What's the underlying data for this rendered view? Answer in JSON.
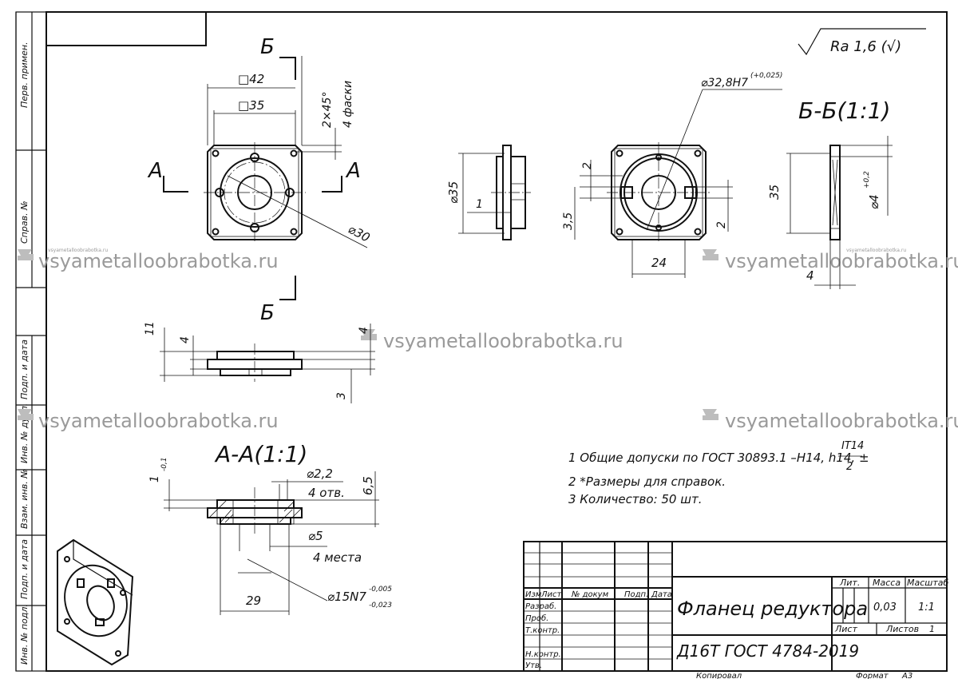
{
  "sheet": {
    "roughness": "Ra 1,6 (√)",
    "side_stamps": [
      "Перв. примен.",
      "Справ. №",
      "Подп. и дата",
      "Инв. № дубл.",
      "Взам. инв. №",
      "Подп. и дата",
      "Инв. № подл."
    ]
  },
  "views": {
    "top": {
      "section_mark_b": "Б",
      "section_mark_a": "А",
      "dim_square_outer": "□42",
      "dim_square_inner": "□35",
      "dim_chamfer": "2×45°",
      "dim_chamfer_note": "4 фаски",
      "dim_circle": "⌀30"
    },
    "side_small": {
      "dim_diameter": "⌀35",
      "dim_step": "1"
    },
    "front": {
      "dim_bore": "⌀32,8H7",
      "dim_bore_tol": "(+0,025)",
      "dim_2a": "2",
      "dim_2b": "2",
      "dim_35": "3,5",
      "dim_24": "24"
    },
    "section_bb": {
      "title": "Б-Б(1:1)",
      "dim_35": "35",
      "dim_hole": "⌀4",
      "dim_hole_tol": "+0,2",
      "dim_4": "4"
    },
    "elevation": {
      "dim_11": "11",
      "dim_4": "4",
      "dim_4b": "4",
      "dim_3": "3"
    },
    "section_aa": {
      "title": "А-А(1:1)",
      "dim_1": "1",
      "dim_1_tol": "-0,1",
      "dim_holes": "⌀2,2",
      "dim_holes_note": "4 отв.",
      "dim_65": "6,5",
      "dim_5": "⌀5",
      "dim_5_note": "4 места",
      "dim_29": "29",
      "dim_15": "⌀15N7",
      "dim_15_tol_upper": "-0,005",
      "dim_15_tol_lower": "-0,023"
    }
  },
  "notes": [
    "1 Общие допуски по ГОСТ 30893.1 –H14, h14, ±",
    "2  *Размеры для справок.",
    "3 Количество: 50 шт."
  ],
  "notes_fraction": {
    "numerator": "IT14",
    "denominator": "2"
  },
  "title_block": {
    "headers": [
      "Изм",
      "Лист",
      "№ докум",
      "Подп.",
      "Дата"
    ],
    "roles": [
      "Разраб.",
      "Проб.",
      "Т.контр.",
      "Н.контр.",
      "Утв."
    ],
    "part_name": "Фланец редуктора",
    "material": "Д16Т ГОСТ 4784-2019",
    "lit_label": "Лит.",
    "mass_label": "Масса",
    "scale_label": "Масштаб",
    "mass_value": "0,03",
    "scale_value": "1:1",
    "sheet_label": "Лист",
    "sheets_label": "Листов",
    "sheets_value": "1",
    "copied_label": "Копировал",
    "format_label": "Формат",
    "format_value": "А3"
  },
  "watermark": {
    "text": "vsyametalloobrabotka.ru",
    "small_text": "vsyametalloobrabotka.ru"
  }
}
